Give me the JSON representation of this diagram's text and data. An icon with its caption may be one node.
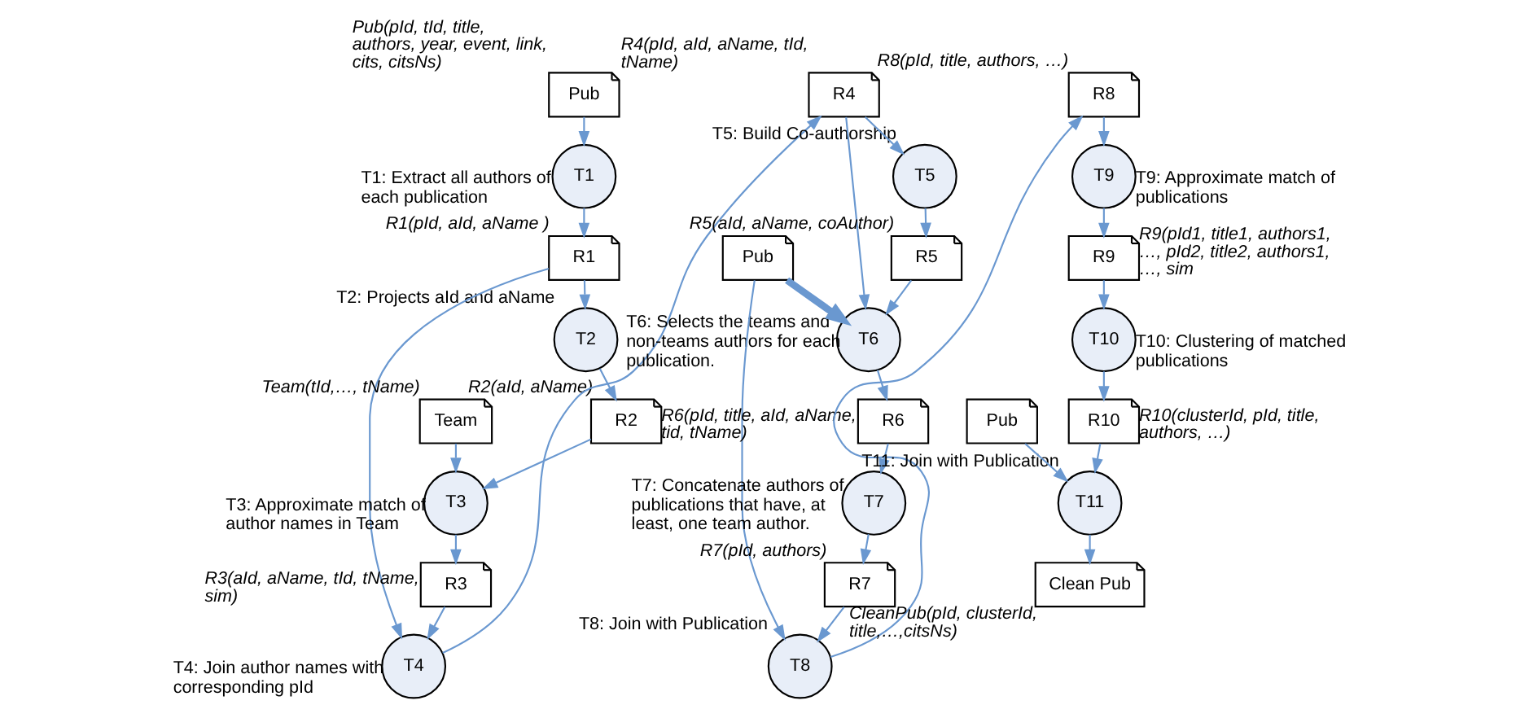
{
  "diagram": {
    "nodes": [
      {
        "text": [
          "Pub"
        ],
        "beside": [
          "Pub(pId, tId, title, authors, year, event, link, cits, citsNs)"
        ]
      },
      {
        "text": [
          "T1"
        ],
        "beside": [
          "T1: Extract all authors of each publication"
        ]
      },
      {
        "text": [
          "R1"
        ],
        "beside": [
          "R1(pId, aId, aName )"
        ]
      },
      {
        "text": [
          "T2"
        ],
        "beside": [
          "T2: Projects aId and aName"
        ]
      },
      {
        "text": [
          "Team"
        ],
        "beside": [
          "Team(tId,…, tName)"
        ]
      },
      {
        "text": [
          "R2"
        ],
        "beside": [
          "R2(aId, aName)"
        ]
      },
      {
        "text": [
          "T3"
        ],
        "beside": [
          "T3: Approximate match of author names in Team"
        ]
      },
      {
        "text": [
          "R3"
        ],
        "beside": [
          "R3(aId, aName, tId, tName, sim)"
        ]
      },
      {
        "text": [
          "T4"
        ],
        "beside": [
          "T4: Join author names with corresponding pId"
        ]
      },
      {
        "text": [
          "R4"
        ],
        "beside": [
          "R4(pId, aId, aName, tId, tName)"
        ]
      },
      {
        "text": [
          "T5"
        ],
        "beside": [
          "T5: Build Co-authorship"
        ]
      },
      {
        "text": [
          "R5"
        ],
        "beside": [
          "R5(aId, aName, coAuthor)"
        ]
      },
      {
        "text": [
          "Pub"
        ]
      },
      {
        "text": [
          "T6"
        ],
        "beside": [
          "T6: Selects the teams and non-teams authors for each publication."
        ]
      },
      {
        "text": [
          "R6"
        ],
        "beside": [
          "R6(pId, title, aId, aName, tid, tName)"
        ]
      },
      {
        "text": [
          "T7"
        ],
        "beside": [
          "T7: Concatenate authors of publications that have, at least, one team author."
        ]
      },
      {
        "text": [
          "R7"
        ],
        "beside": [
          "R7(pId, authors)"
        ]
      },
      {
        "text": [
          "T8"
        ],
        "beside": [
          "T8: Join with Publication"
        ]
      },
      {
        "text": [
          "R8"
        ],
        "beside": [
          "R8(pId, title, authors, …)"
        ]
      },
      {
        "text": [
          "T9"
        ],
        "beside": [
          "T9: Approximate match of publications"
        ]
      },
      {
        "text": [
          "R9"
        ],
        "beside": [
          "R9(pId1, title1, authors1, …, pId2, title2, authors1, …, sim"
        ]
      },
      {
        "text": [
          "T10"
        ],
        "beside": [
          "T10: Clustering of matched publications"
        ]
      },
      {
        "text": [
          "R10"
        ],
        "beside": [
          "R10(clusterId, pId, title, authors, …)"
        ]
      },
      {
        "text": [
          "Pub"
        ]
      },
      {
        "text": [
          "T11"
        ],
        "beside": [
          "T11: Join with Publication"
        ]
      },
      {
        "text": [
          "Clean Pub"
        ],
        "beside": [
          "CleanPub(pId, clusterId, title,…,citsNs)"
        ]
      }
    ],
    "edges": [
      {
        "from": 0,
        "to": 1,
        "arrow": "to"
      },
      {
        "from": 1,
        "to": 2,
        "arrow": "to"
      },
      {
        "from": 2,
        "to": 3,
        "arrow": "to"
      },
      {
        "from": 2,
        "to": 8,
        "arrow": "to"
      },
      {
        "from": 3,
        "to": 5,
        "arrow": "to"
      },
      {
        "from": 5,
        "to": 6,
        "arrow": "to"
      },
      {
        "from": 4,
        "to": 6,
        "arrow": "to"
      },
      {
        "from": 6,
        "to": 7,
        "arrow": "to"
      },
      {
        "from": 7,
        "to": 8,
        "arrow": "to"
      },
      {
        "from": 8,
        "to": 9,
        "arrow": "to"
      },
      {
        "from": 9,
        "to": 10,
        "arrow": "to"
      },
      {
        "from": 10,
        "to": 11,
        "arrow": "to"
      },
      {
        "from": 11,
        "to": 13,
        "arrow": "to"
      },
      {
        "from": 9,
        "to": 13,
        "arrow": "to"
      },
      {
        "from": 12,
        "to": 13,
        "arrow": "to",
        "style": "thick"
      },
      {
        "from": 12,
        "to": 17,
        "arrow": "to"
      },
      {
        "from": 13,
        "to": 14,
        "arrow": "to"
      },
      {
        "from": 14,
        "to": 15,
        "arrow": "to"
      },
      {
        "from": 15,
        "to": 16,
        "arrow": "to"
      },
      {
        "from": 16,
        "to": 17,
        "arrow": "to"
      },
      {
        "from": 17,
        "to": 18,
        "arrow": "to"
      },
      {
        "from": 18,
        "to": 19,
        "arrow": "to"
      },
      {
        "from": 19,
        "to": 20,
        "arrow": "to"
      },
      {
        "from": 20,
        "to": 21,
        "arrow": "to"
      },
      {
        "from": 21,
        "to": 22,
        "arrow": "to"
      },
      {
        "from": 22,
        "to": 24,
        "arrow": "to"
      },
      {
        "from": 23,
        "to": 24,
        "arrow": "to"
      },
      {
        "from": 24,
        "to": 25,
        "arrow": "to"
      }
    ]
  }
}
